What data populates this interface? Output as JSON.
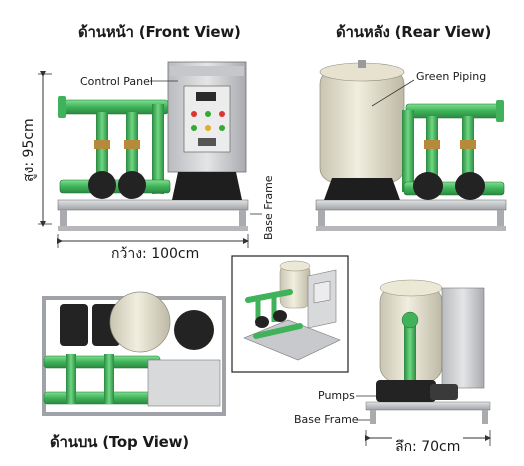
{
  "views": {
    "front": "ด้านหน้า (Front View)",
    "rear": "ด้านหลัง (Rear View)",
    "top": "ด้านบน (Top View)"
  },
  "labels": {
    "control_panel": "Control Panel",
    "green_piping": "Green Piping",
    "base_frame_vertical": "Base Frame",
    "pumps": "Pumps",
    "base_frame": "Base Frame"
  },
  "dimensions": {
    "height": "สูง: 95cm",
    "width": "กว้าง: 100cm",
    "depth": "ลึก: 70cm"
  },
  "colors": {
    "pipe_green": "#4fc26a",
    "tank_cream": "#ece8d6",
    "frame_gray": "#c7c9cc",
    "panel_gray": "#d8d9db",
    "pump_black": "#232323",
    "valve_brass": "#b58a3a"
  }
}
